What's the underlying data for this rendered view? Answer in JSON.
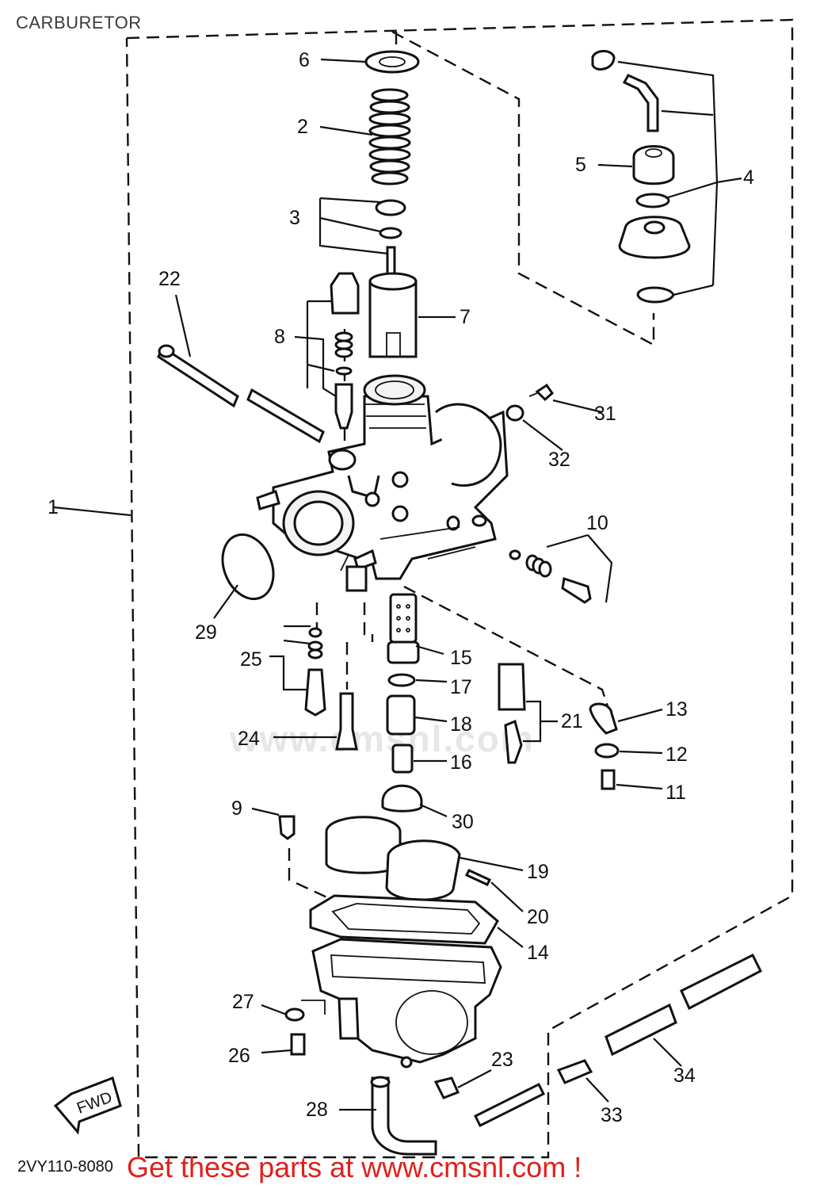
{
  "title": "CARBURETOR",
  "drawing_code": "2VY110-8080",
  "fwd_label": "FWD",
  "promo_text": "Get these parts at www.cmsnl.com !",
  "watermark_text": "www.cmsnl.com",
  "callouts": [
    "1",
    "2",
    "3",
    "4",
    "5",
    "6",
    "7",
    "8",
    "9",
    "10",
    "11",
    "12",
    "13",
    "14",
    "15",
    "16",
    "17",
    "18",
    "19",
    "20",
    "21",
    "22",
    "23",
    "24",
    "25",
    "26",
    "27",
    "28",
    "29",
    "30",
    "31",
    "32",
    "33",
    "34"
  ],
  "colors": {
    "promo": "#e0201c",
    "line": "#111111",
    "watermark": "#e6e6e6"
  }
}
